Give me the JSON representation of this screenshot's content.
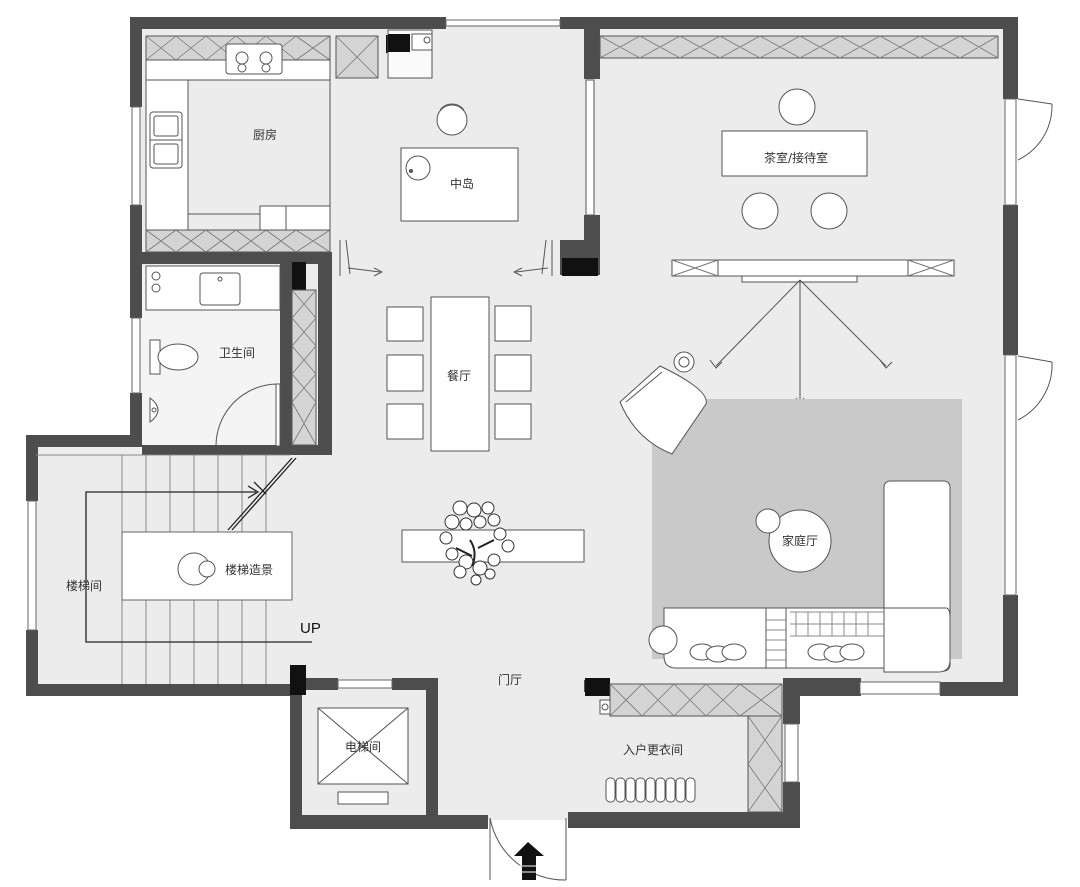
{
  "rooms": {
    "kitchen": "厨房",
    "kitchen_island": "中岛",
    "tea_room": "茶室/接待室",
    "bathroom": "卫生间",
    "dining": "餐厅",
    "stair_hall": "楼梯间",
    "stair_feature": "楼梯造景",
    "family_room": "家庭厅",
    "foyer": "门厅",
    "elevator": "电梯间",
    "entry_cloakroom": "入户更衣间"
  },
  "stair_direction": "UP",
  "colors": {
    "wall": "#4d4d4d",
    "floor": "#ececec",
    "rug": "#c9c9c9",
    "furniture": "#ffffff",
    "line": "#333333"
  }
}
